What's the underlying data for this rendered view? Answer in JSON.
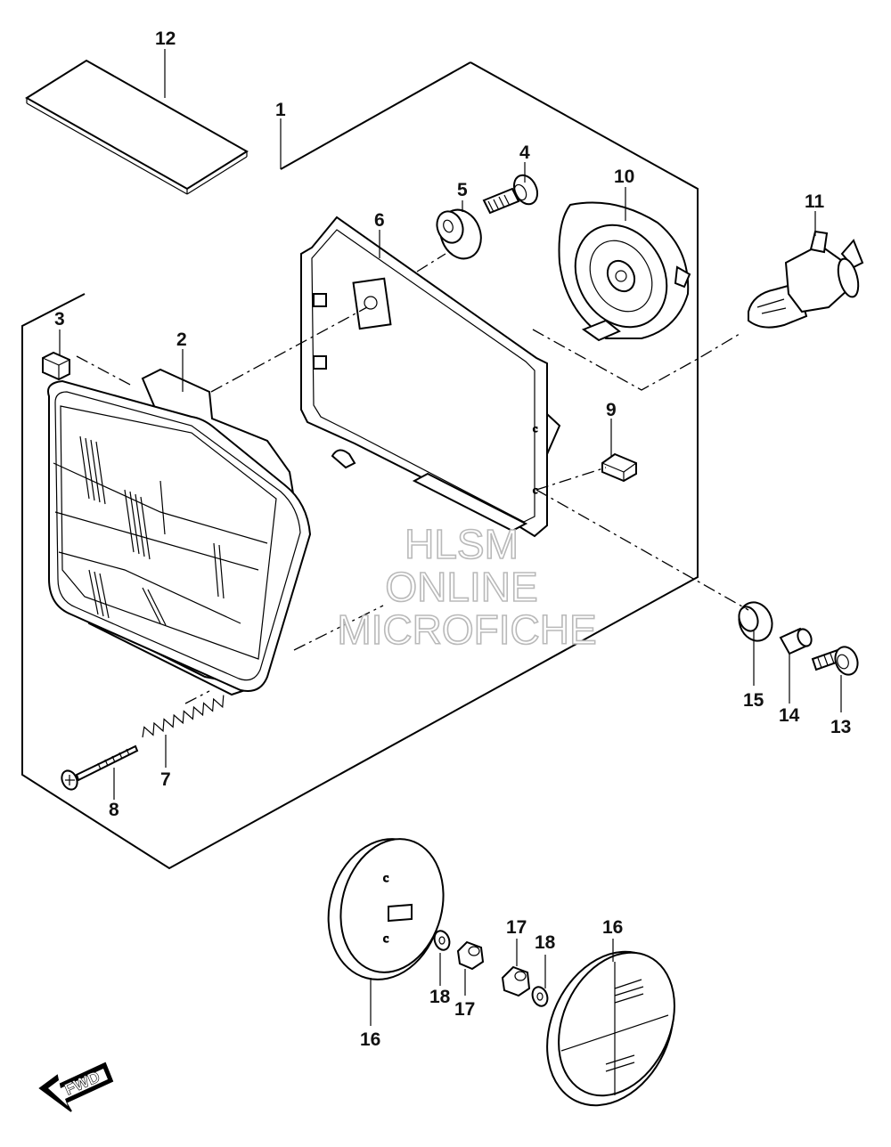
{
  "diagram": {
    "callouts": [
      {
        "id": "c1",
        "label": "1"
      },
      {
        "id": "c2",
        "label": "2"
      },
      {
        "id": "c3",
        "label": "3"
      },
      {
        "id": "c4",
        "label": "4"
      },
      {
        "id": "c5",
        "label": "5"
      },
      {
        "id": "c6",
        "label": "6"
      },
      {
        "id": "c7",
        "label": "7"
      },
      {
        "id": "c8",
        "label": "8"
      },
      {
        "id": "c9",
        "label": "9"
      },
      {
        "id": "c10",
        "label": "10"
      },
      {
        "id": "c11",
        "label": "11"
      },
      {
        "id": "c12",
        "label": "12"
      },
      {
        "id": "c13",
        "label": "13"
      },
      {
        "id": "c14",
        "label": "14"
      },
      {
        "id": "c15",
        "label": "15"
      },
      {
        "id": "c16a",
        "label": "16"
      },
      {
        "id": "c16b",
        "label": "16"
      },
      {
        "id": "c17a",
        "label": "17"
      },
      {
        "id": "c17b",
        "label": "17"
      },
      {
        "id": "c18a",
        "label": "18"
      },
      {
        "id": "c18b",
        "label": "18"
      }
    ],
    "watermark": [
      "HLSM",
      "ONLINE",
      "MICROFICHE"
    ],
    "direction_label": "FWD"
  }
}
